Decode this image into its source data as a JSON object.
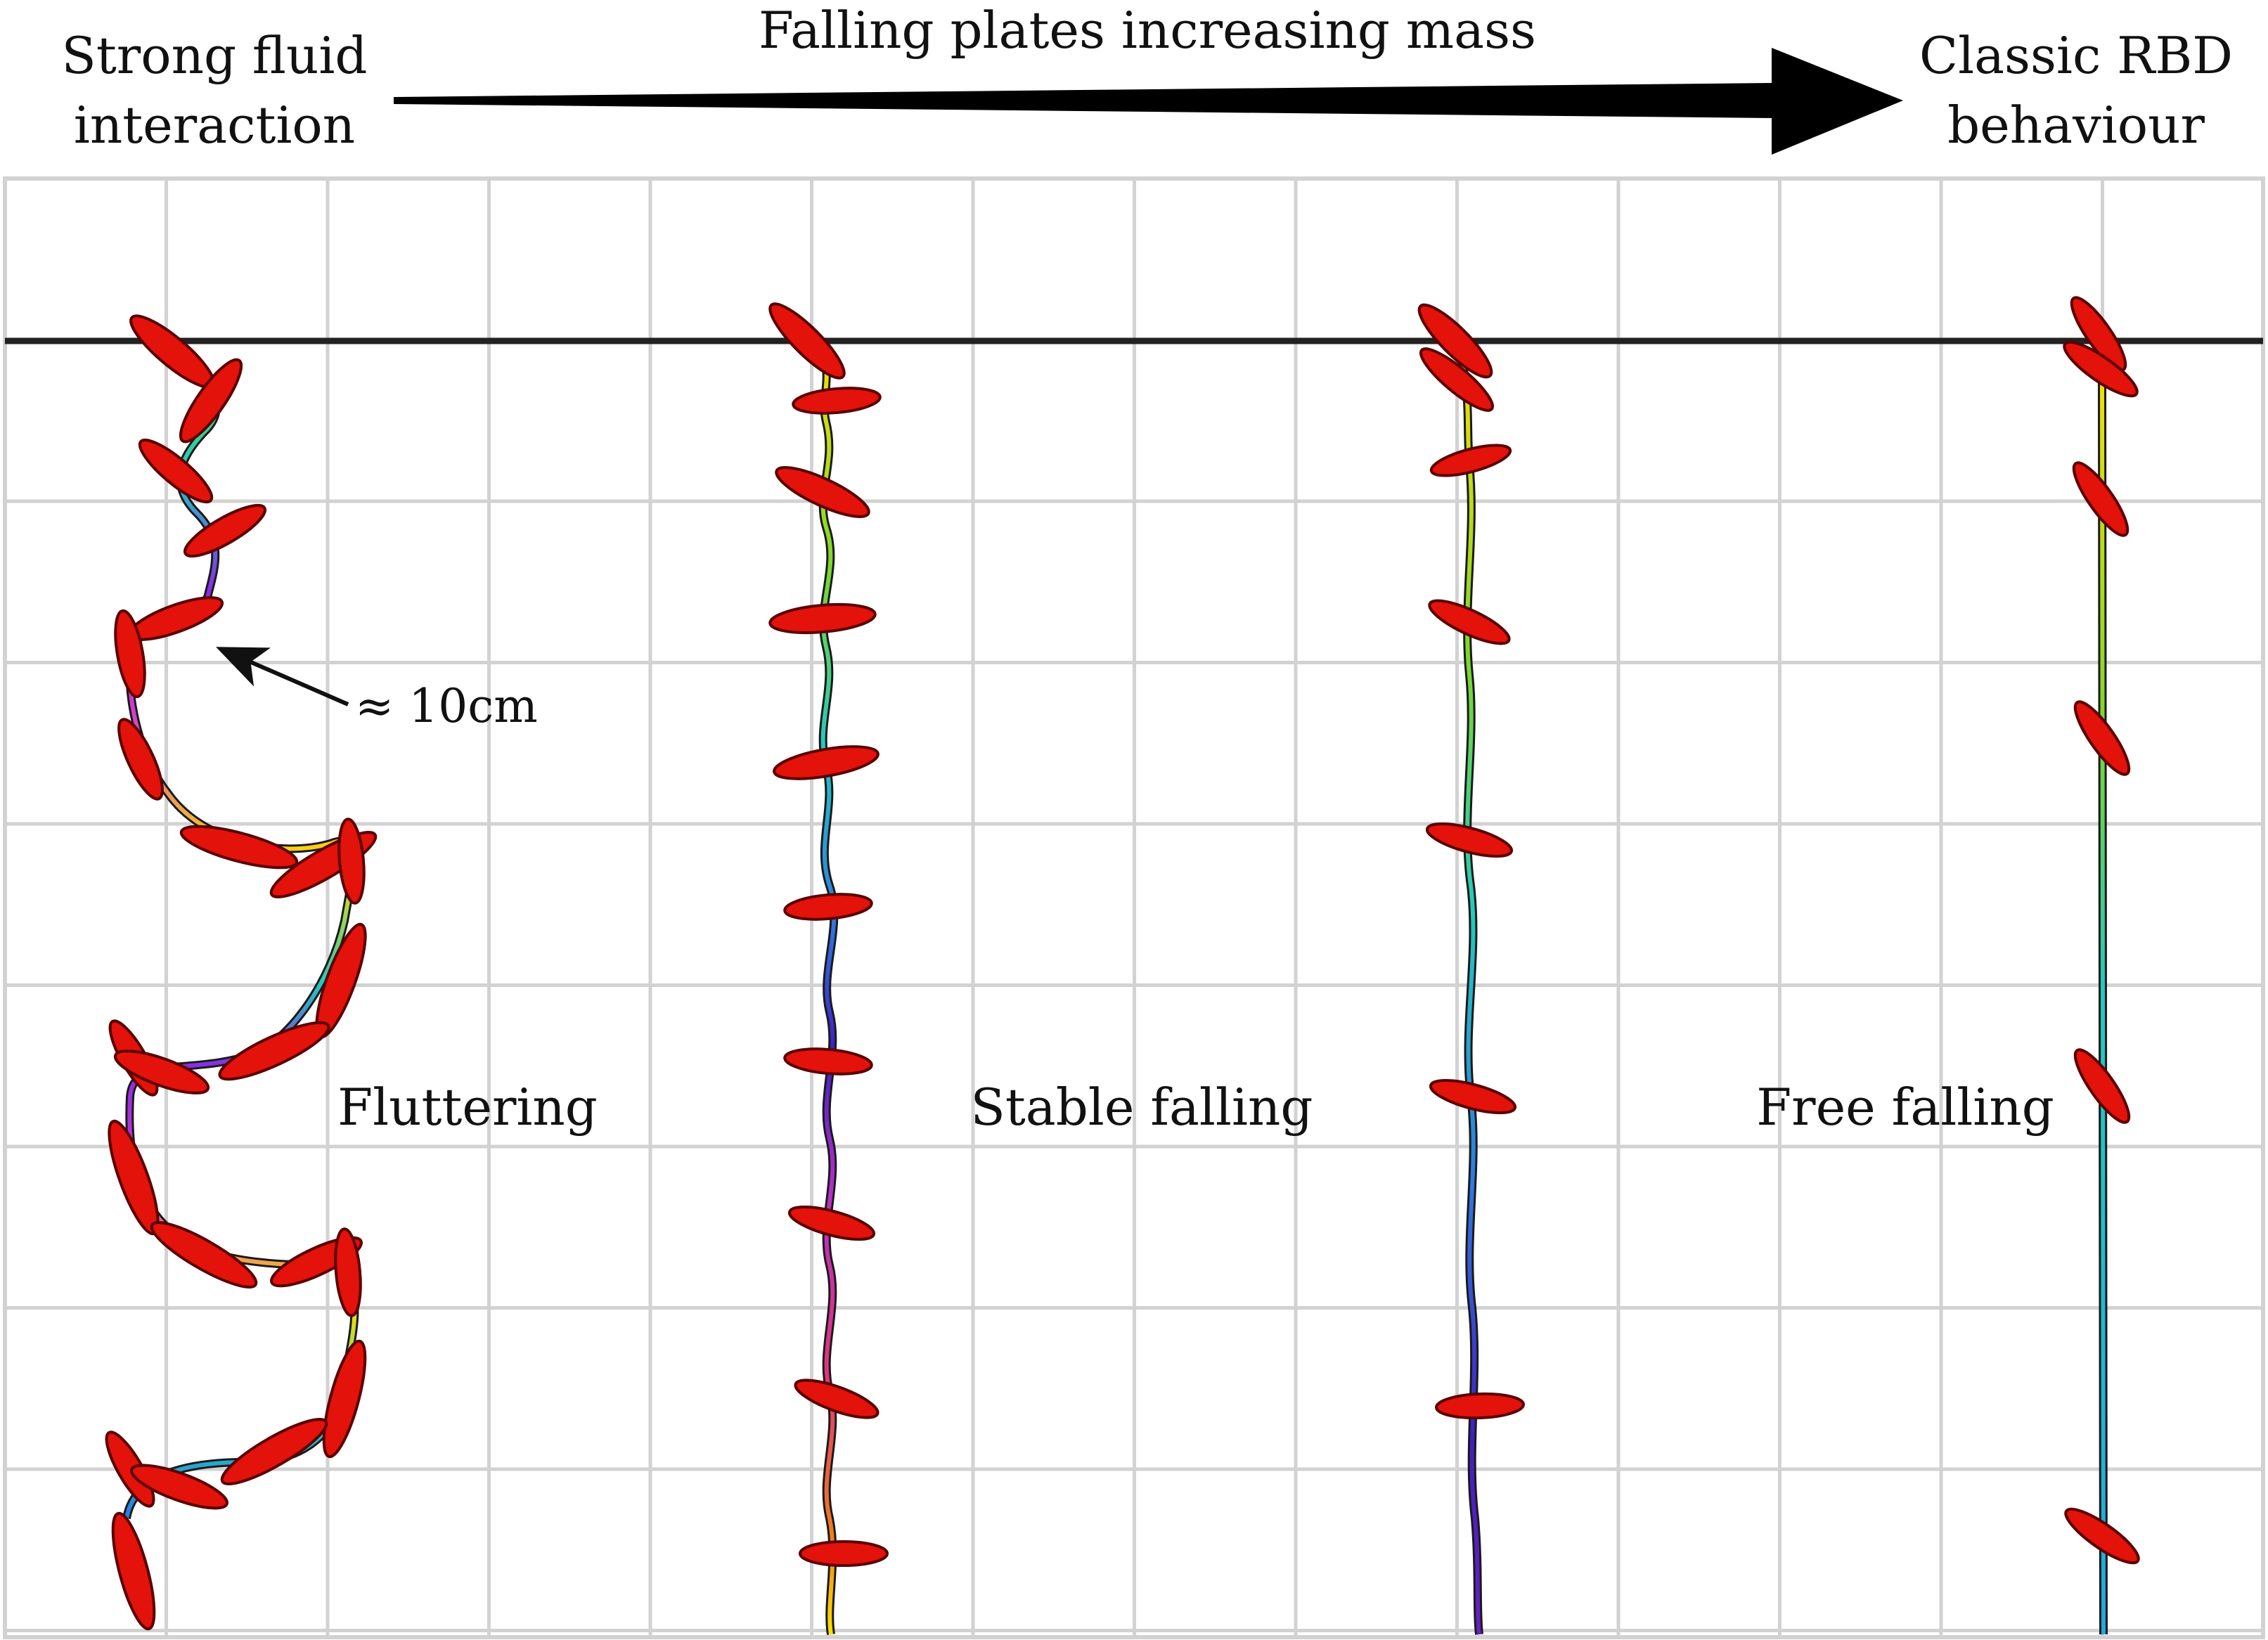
{
  "header": {
    "left_label": [
      "Strong fluid",
      "interaction"
    ],
    "center_label": "Falling plates increasing mass",
    "right_label": [
      "Classic RBD",
      "behaviour"
    ]
  },
  "annotation": {
    "scale_label": "≈ 10cm"
  },
  "regimes": [
    {
      "label": "Fluttering"
    },
    {
      "label": "Stable falling"
    },
    {
      "label": "Free falling"
    }
  ],
  "colors": {
    "plate_fill": "#e3120b",
    "plate_edge": "#5a0000",
    "grid": "#d2d2d2",
    "reference_line": "#222222",
    "trajectory_gradient": [
      "#ffe000",
      "#7dd82a",
      "#22c9c0",
      "#2d7be0",
      "#3f1fc2",
      "#b52fc7",
      "#e0367a",
      "#ef7a1a"
    ]
  }
}
